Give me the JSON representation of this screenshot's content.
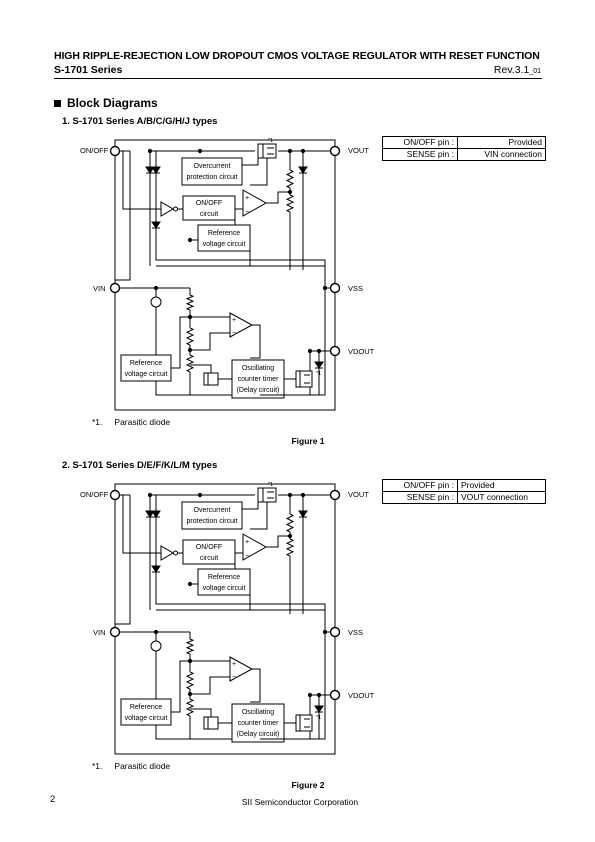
{
  "header": {
    "title": "HIGH RIPPLE-REJECTION LOW DROPOUT CMOS VOLTAGE REGULATOR WITH RESET FUNCTION",
    "series": "S-1701 Series",
    "rev": "Rev.3.1",
    "rev_suffix": "_01"
  },
  "section": {
    "title": "Block Diagrams"
  },
  "figures": [
    {
      "heading": "1.  S-1701 Series A/B/C/G/H/J types",
      "caption": "Figure 1",
      "pin_table": [
        {
          "label": "ON/OFF pin :",
          "value": "Provided"
        },
        {
          "label": "SENSE pin :",
          "value": "VIN connection"
        }
      ],
      "pins": {
        "onoff": "ON/OFF",
        "vin": "VIN",
        "vout": "VOUT",
        "vss": "VSS",
        "vdout": "VDOUT"
      },
      "blocks": {
        "overcurrent_1": "Overcurrent",
        "overcurrent_2": "protection circuit",
        "onoff_1": "ON/OFF",
        "onoff_2": "circuit",
        "ref_1": "Reference",
        "ref_2": "voltage circuit",
        "osc_1": "Oscillating",
        "osc_2": "counter timer",
        "osc_3": "(Delay circuit)",
        "mark": "*1"
      },
      "note": {
        "marker": "*1.",
        "text": "Parasitic diode"
      }
    },
    {
      "heading": "2.  S-1701 Series D/E/F/K/L/M types",
      "caption": "Figure 2",
      "pin_table": [
        {
          "label": "ON/OFF pin :",
          "value": "Provided"
        },
        {
          "label": "SENSE pin :",
          "value": "VOUT connection"
        }
      ],
      "pins": {
        "onoff": "ON/OFF",
        "vin": "VIN",
        "vout": "VOUT",
        "vss": "VSS",
        "vdout": "VDOUT"
      },
      "blocks": {
        "overcurrent_1": "Overcurrent",
        "overcurrent_2": "protection circuit",
        "onoff_1": "ON/OFF",
        "onoff_2": "circuit",
        "ref_1": "Reference",
        "ref_2": "voltage circuit",
        "osc_1": "Oscillating",
        "osc_2": "counter timer",
        "osc_3": "(Delay circuit)",
        "mark": "*1"
      },
      "note": {
        "marker": "*1.",
        "text": "Parasitic diode"
      }
    }
  ],
  "footer": {
    "page": "2",
    "company": "SII Semiconductor Corporation"
  }
}
